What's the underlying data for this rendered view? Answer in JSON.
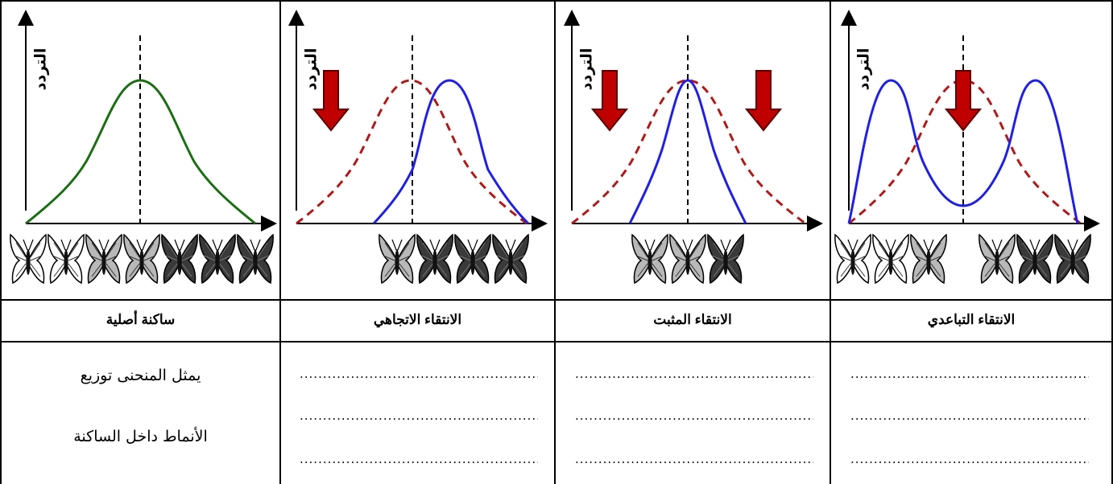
{
  "y_label": "التردد",
  "columns": [
    {
      "id": "original",
      "title": "ساكنة أصلية",
      "wings": [
        "white",
        "white",
        "gray",
        "gray",
        "dark",
        "dark",
        "dark"
      ]
    },
    {
      "id": "directional",
      "title": "الانتقاء الاتجاهي",
      "wings": [
        "gray",
        "dark",
        "dark",
        "dark"
      ]
    },
    {
      "id": "stabilizing",
      "title": "الانتقاء المثبت",
      "wings": [
        "gray",
        "gray",
        "dark"
      ]
    },
    {
      "id": "disruptive",
      "title": "الانتقاء التباعدي",
      "wings": [
        "white",
        "white",
        "gray",
        "gray",
        "dark",
        "dark"
      ]
    }
  ],
  "answer_lines": [
    "يمثل المنحنى توزيع",
    "الأنماط داخل الساكنة"
  ],
  "blank_line": "..........................................................",
  "colors": {
    "original_curve": "#1a6e12",
    "before_curve": "#b01919",
    "after_curve": "#1f1fe6",
    "arrow_fill": "#c00000",
    "arrow_stroke": "#5a0000",
    "wing_white": "#ffffff",
    "wing_gray": "#b8b8b8",
    "wing_dark": "#3a3a3a"
  }
}
